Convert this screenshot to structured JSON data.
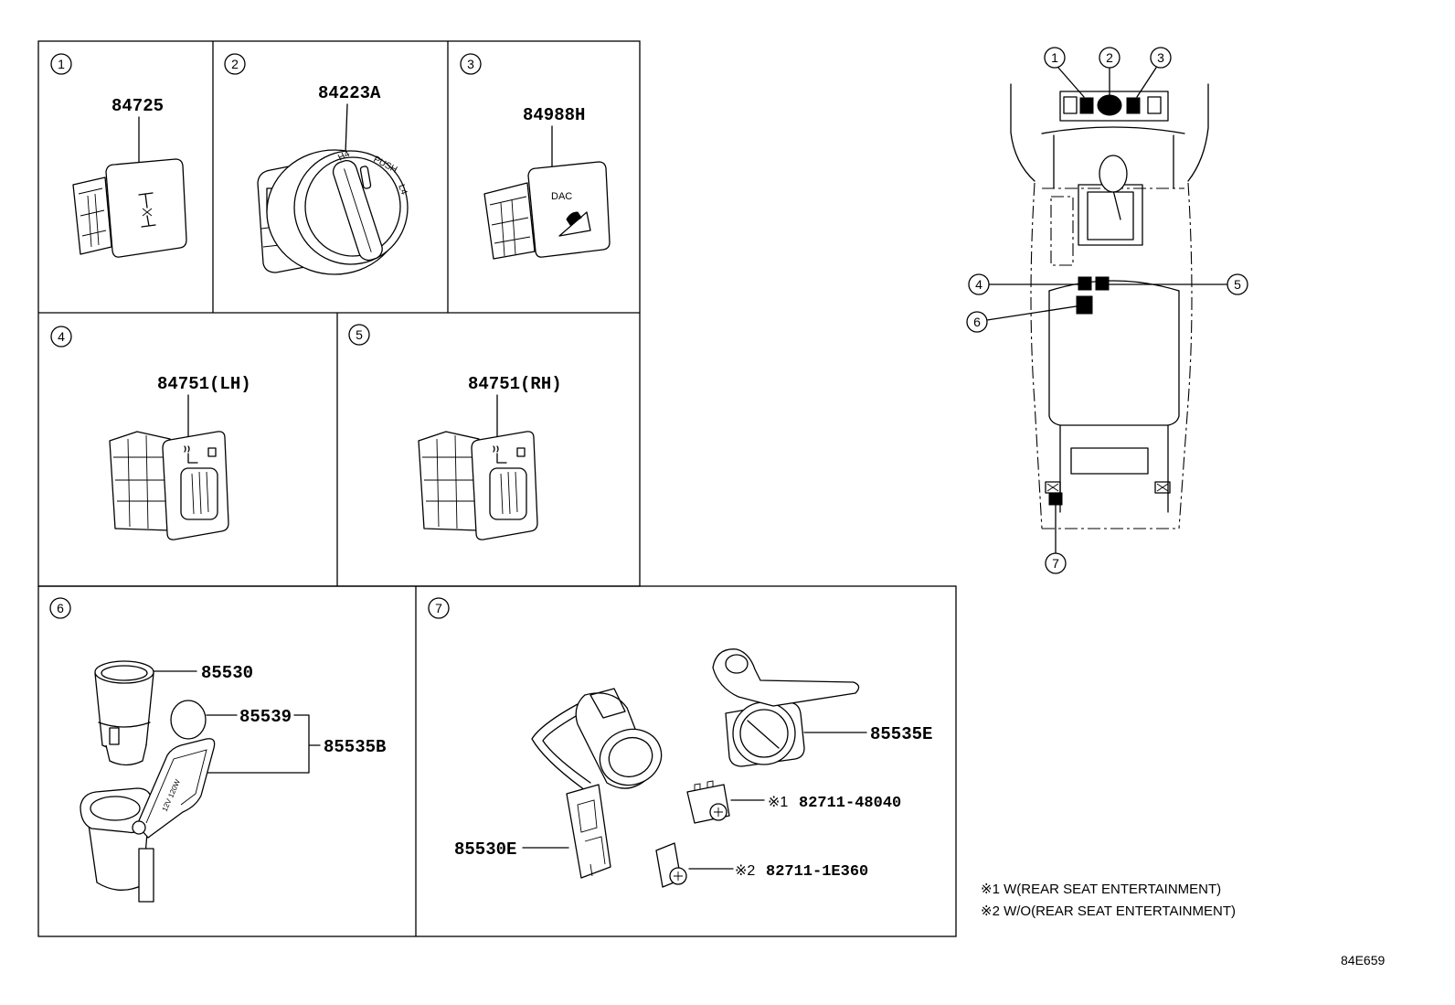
{
  "panels": {
    "p1": {
      "number": "1",
      "part": "84725"
    },
    "p2": {
      "number": "2",
      "part": "84223A",
      "marking_h4": "H4",
      "marking_push": "PUSH",
      "marking_l4": "L4"
    },
    "p3": {
      "number": "3",
      "part": "84988H",
      "marking_dac": "DAC"
    },
    "p4": {
      "number": "4",
      "part": "84751(LH)"
    },
    "p5": {
      "number": "5",
      "part": "84751(RH)"
    },
    "p6": {
      "number": "6",
      "lighter": "85530",
      "knob": "85539",
      "socket_assy": "85535B",
      "cover_marking": "12V 120W"
    },
    "p7": {
      "number": "7",
      "socket_assy": "85535E",
      "clip1_mark": "※1",
      "clip1": "82711-48040",
      "socket": "85530E",
      "clip2_mark": "※2",
      "clip2": "82711-1E360"
    }
  },
  "locator": {
    "callouts": [
      "1",
      "2",
      "3",
      "4",
      "5",
      "6",
      "7"
    ]
  },
  "footnotes": [
    "※1 W(REAR SEAT ENTERTAINMENT)",
    "※2 W/O(REAR SEAT ENTERTAINMENT)"
  ],
  "figure_code": "84E659",
  "icons": {
    "p1_face": "four-wheel-drive-icon",
    "p3_face": "downhill-assist-icon",
    "p4_face": "seat-heater-icon",
    "p5_face": "seat-heater-icon"
  },
  "colors": {
    "line": "#000000",
    "background": "#ffffff"
  }
}
